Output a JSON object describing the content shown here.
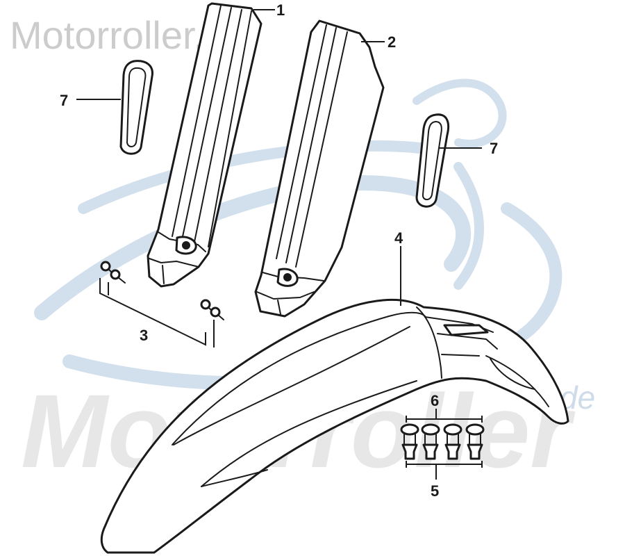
{
  "watermarks": {
    "top": "Motorroller.de",
    "large": "Motorroller",
    "suffix": "de"
  },
  "callouts": {
    "part_1": "1",
    "part_2": "2",
    "part_3": "3",
    "part_4": "4",
    "part_5": "5",
    "part_6": "6",
    "part_7_left": "7",
    "part_7_right": "7"
  },
  "colors": {
    "line_art": "#1a1a1a",
    "watermark_gray": "#cccccc",
    "logo_blue": "#c3d4e6"
  }
}
